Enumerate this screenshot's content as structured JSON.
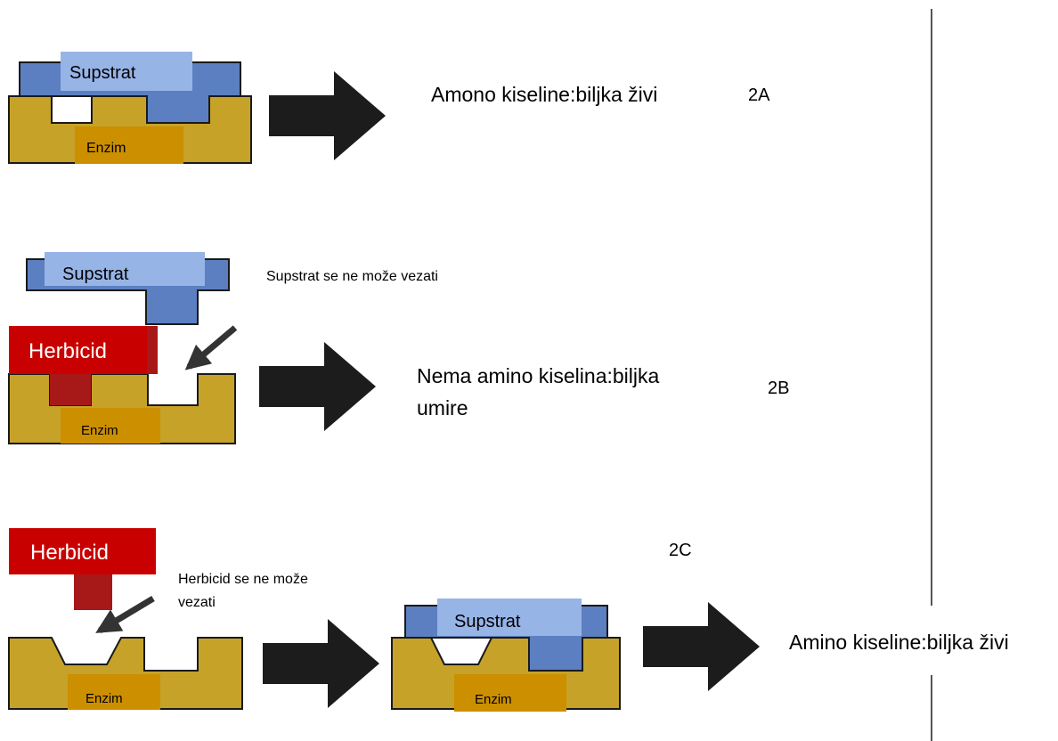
{
  "panel_2a": {
    "substrate_label": "Supstrat",
    "enzyme_label": "Enzim",
    "result_text": "Amono kiseline:biljka živi",
    "code": "2A"
  },
  "panel_2b": {
    "substrate_label": "Supstrat",
    "herbicide_label": "Herbicid",
    "enzyme_label": "Enzim",
    "note": "Supstrat se ne može vezati",
    "result_text": "Nema amino kiselina:biljka umire",
    "code": "2B"
  },
  "panel_2c": {
    "herbicide_label": "Herbicid",
    "enzyme_label": "Enzim",
    "note": "Herbicid se ne može vezati",
    "substrate_label": "Supstrat",
    "enzyme_label_2": "Enzim",
    "result_text": "Amino kiseline:biljka živi",
    "code": "2C"
  },
  "colors": {
    "enzyme": "#c6a228",
    "enzyme_core": "#cc8f00",
    "substrate_dark": "#5b7fc0",
    "substrate_light": "#97b4e6",
    "herbicide": "#c80000",
    "herbicide_dark": "#a71818",
    "arrow": "#1c1c1c"
  }
}
